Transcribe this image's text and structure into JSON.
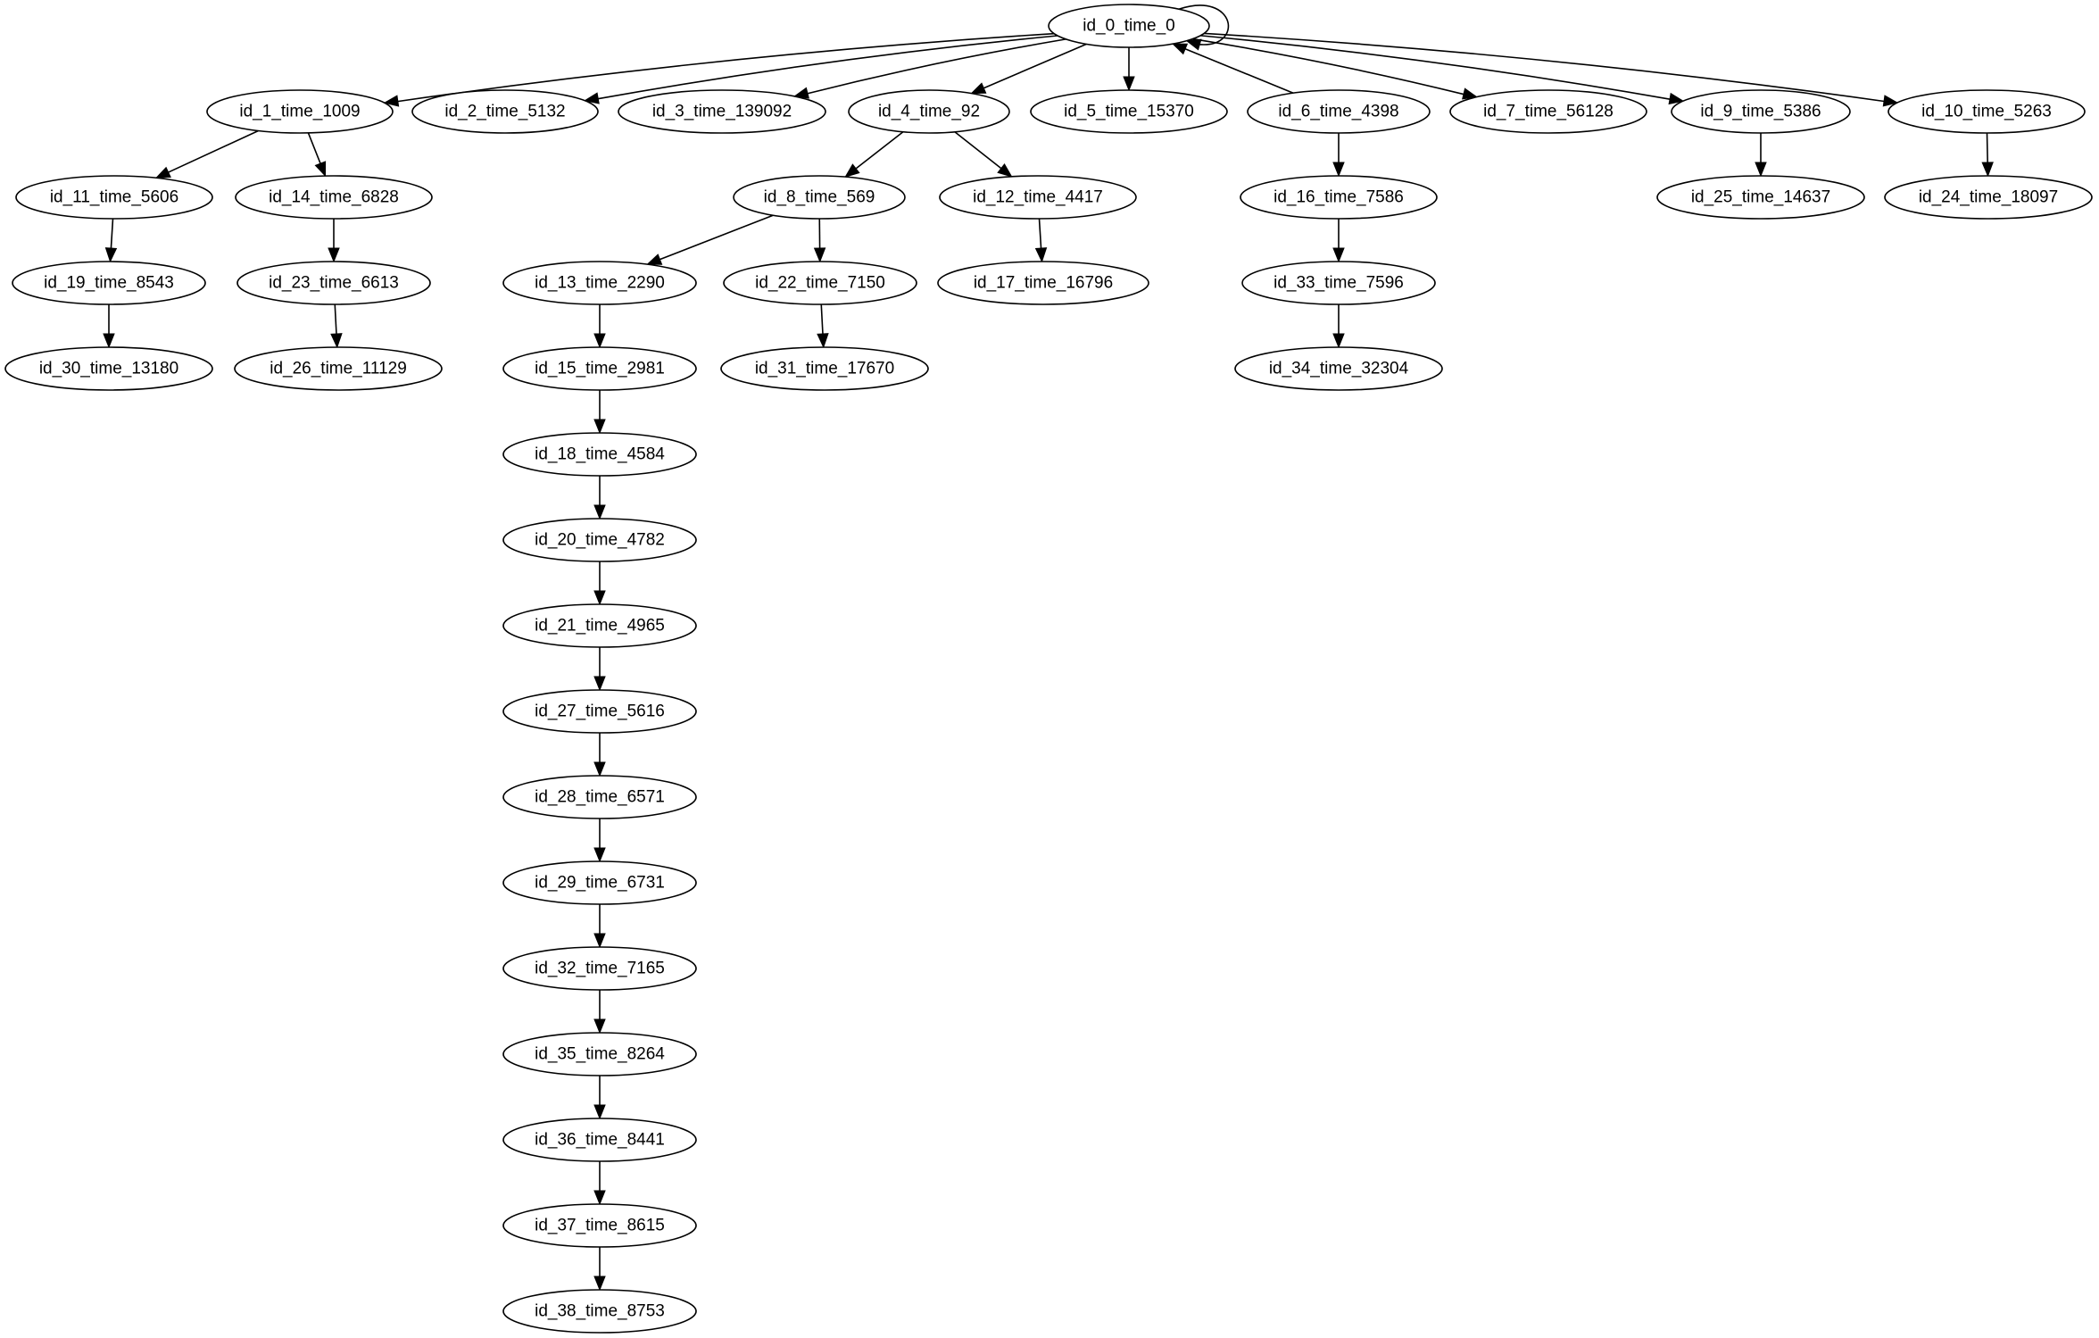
{
  "graph": {
    "nodes": [
      {
        "id": "n0",
        "label": "id_0_time_0"
      },
      {
        "id": "n1",
        "label": "id_1_time_1009"
      },
      {
        "id": "n2",
        "label": "id_2_time_5132"
      },
      {
        "id": "n3",
        "label": "id_3_time_139092"
      },
      {
        "id": "n4",
        "label": "id_4_time_92"
      },
      {
        "id": "n5",
        "label": "id_5_time_15370"
      },
      {
        "id": "n6",
        "label": "id_6_time_4398"
      },
      {
        "id": "n7",
        "label": "id_7_time_56128"
      },
      {
        "id": "n9",
        "label": "id_9_time_5386"
      },
      {
        "id": "n10",
        "label": "id_10_time_5263"
      },
      {
        "id": "n11",
        "label": "id_11_time_5606"
      },
      {
        "id": "n14",
        "label": "id_14_time_6828"
      },
      {
        "id": "n8",
        "label": "id_8_time_569"
      },
      {
        "id": "n12",
        "label": "id_12_time_4417"
      },
      {
        "id": "n16",
        "label": "id_16_time_7586"
      },
      {
        "id": "n25",
        "label": "id_25_time_14637"
      },
      {
        "id": "n24",
        "label": "id_24_time_18097"
      },
      {
        "id": "n19",
        "label": "id_19_time_8543"
      },
      {
        "id": "n23",
        "label": "id_23_time_6613"
      },
      {
        "id": "n13",
        "label": "id_13_time_2290"
      },
      {
        "id": "n22",
        "label": "id_22_time_7150"
      },
      {
        "id": "n17",
        "label": "id_17_time_16796"
      },
      {
        "id": "n33",
        "label": "id_33_time_7596"
      },
      {
        "id": "n30",
        "label": "id_30_time_13180"
      },
      {
        "id": "n26",
        "label": "id_26_time_11129"
      },
      {
        "id": "n15",
        "label": "id_15_time_2981"
      },
      {
        "id": "n31",
        "label": "id_31_time_17670"
      },
      {
        "id": "n34",
        "label": "id_34_time_32304"
      },
      {
        "id": "n18",
        "label": "id_18_time_4584"
      },
      {
        "id": "n20",
        "label": "id_20_time_4782"
      },
      {
        "id": "n21",
        "label": "id_21_time_4965"
      },
      {
        "id": "n27",
        "label": "id_27_time_5616"
      },
      {
        "id": "n28",
        "label": "id_28_time_6571"
      },
      {
        "id": "n29",
        "label": "id_29_time_6731"
      },
      {
        "id": "n32",
        "label": "id_32_time_7165"
      },
      {
        "id": "n35",
        "label": "id_35_time_8264"
      },
      {
        "id": "n36",
        "label": "id_36_time_8441"
      },
      {
        "id": "n37",
        "label": "id_37_time_8615"
      },
      {
        "id": "n38",
        "label": "id_38_time_8753"
      }
    ],
    "edges": [
      [
        "n0",
        "n0"
      ],
      [
        "n0",
        "n1"
      ],
      [
        "n0",
        "n2"
      ],
      [
        "n0",
        "n3"
      ],
      [
        "n0",
        "n4"
      ],
      [
        "n0",
        "n5"
      ],
      [
        "n6",
        "n0"
      ],
      [
        "n0",
        "n7"
      ],
      [
        "n0",
        "n9"
      ],
      [
        "n0",
        "n10"
      ],
      [
        "n1",
        "n11"
      ],
      [
        "n1",
        "n14"
      ],
      [
        "n4",
        "n8"
      ],
      [
        "n4",
        "n12"
      ],
      [
        "n6",
        "n16"
      ],
      [
        "n9",
        "n25"
      ],
      [
        "n10",
        "n24"
      ],
      [
        "n11",
        "n19"
      ],
      [
        "n19",
        "n30"
      ],
      [
        "n14",
        "n23"
      ],
      [
        "n23",
        "n26"
      ],
      [
        "n8",
        "n13"
      ],
      [
        "n8",
        "n22"
      ],
      [
        "n12",
        "n17"
      ],
      [
        "n16",
        "n33"
      ],
      [
        "n33",
        "n34"
      ],
      [
        "n22",
        "n31"
      ],
      [
        "n13",
        "n15"
      ],
      [
        "n15",
        "n18"
      ],
      [
        "n18",
        "n20"
      ],
      [
        "n20",
        "n21"
      ],
      [
        "n21",
        "n27"
      ],
      [
        "n27",
        "n28"
      ],
      [
        "n28",
        "n29"
      ],
      [
        "n29",
        "n32"
      ],
      [
        "n32",
        "n35"
      ],
      [
        "n35",
        "n36"
      ],
      [
        "n36",
        "n37"
      ],
      [
        "n37",
        "n38"
      ]
    ]
  }
}
